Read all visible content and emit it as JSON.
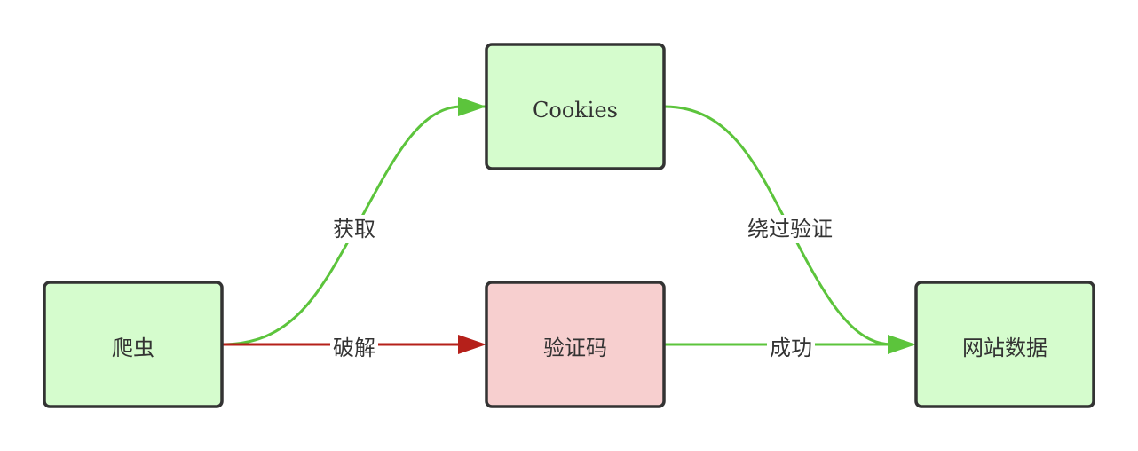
{
  "colors": {
    "node_default_fill": "#d5fccd",
    "node_highlight_fill": "#f7cfcf",
    "node_stroke": "#333333",
    "edge_success": "#5cc43c",
    "edge_fail": "#b5201a",
    "text": "#333333"
  },
  "nodes": {
    "crawler": {
      "label": "爬虫"
    },
    "cookies": {
      "label": "Cookies"
    },
    "captcha": {
      "label": "验证码"
    },
    "website": {
      "label": "网站数据"
    }
  },
  "edges": {
    "crawler_to_cookies": {
      "label": "获取"
    },
    "crawler_to_captcha": {
      "label": "破解"
    },
    "cookies_to_website": {
      "label": "绕过验证"
    },
    "captcha_to_website": {
      "label": "成功"
    }
  }
}
